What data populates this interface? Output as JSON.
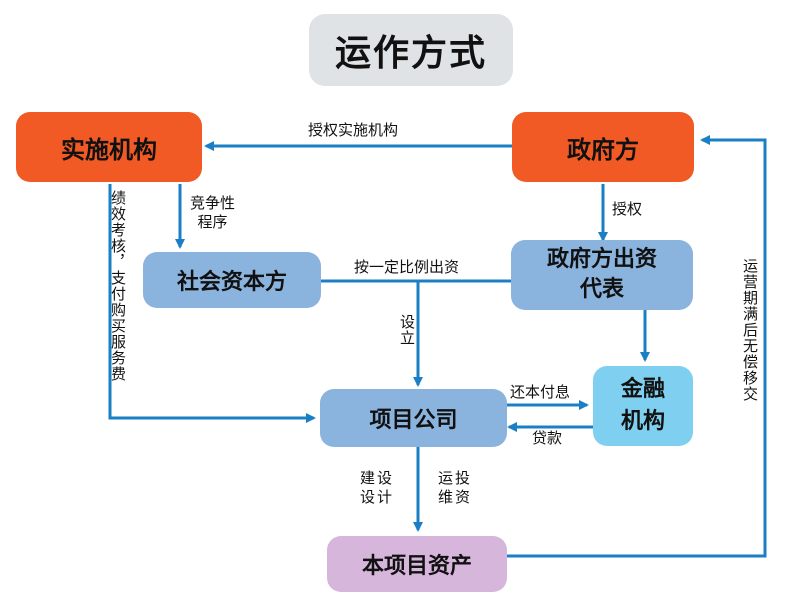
{
  "title": "运作方式",
  "nodes": {
    "implementing_agency": "实施机构",
    "government": "政府方",
    "social_capital": "社会资本方",
    "gov_rep_line1": "政府方出资",
    "gov_rep_line2": "代表",
    "financial_line1": "金融",
    "financial_line2": "机构",
    "project_company": "项目公司",
    "project_assets": "本项目资产"
  },
  "edges": {
    "authorize_implementing": "授权实施机构",
    "authorize": "授权",
    "competitive_procedure": "竞争性\n程序",
    "invest_by_ratio": "按一定比例出资",
    "establish": "设立",
    "repay": "还本付息",
    "loan": "贷款",
    "design_construct": "设计建设",
    "invest_operate": "投资运维",
    "performance_payment": "绩效考核，支付购买服务费",
    "transfer_free": "运营期满后无偿移交"
  },
  "colors": {
    "arrow": "#1a7fc4",
    "orange": "#f15a24",
    "blue": "#8ab4de",
    "light_blue": "#7fd0f0",
    "pink": "#d7b6dc",
    "title_bg": "#dfe3e6"
  }
}
